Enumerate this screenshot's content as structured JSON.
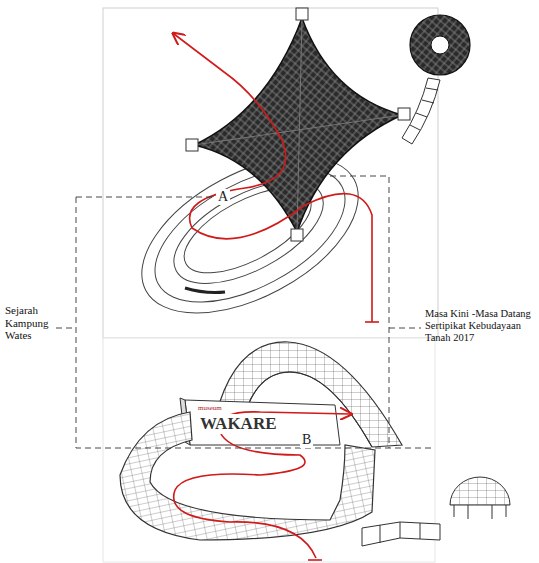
{
  "diagram": {
    "labels": [
      "Sejarah Kampung Wates",
      "Masa Kini -Masa Datang Sertipikat Kebudayaan Tanah 2017",
      "A",
      "B",
      "museum",
      "WAKARE"
    ]
  }
}
